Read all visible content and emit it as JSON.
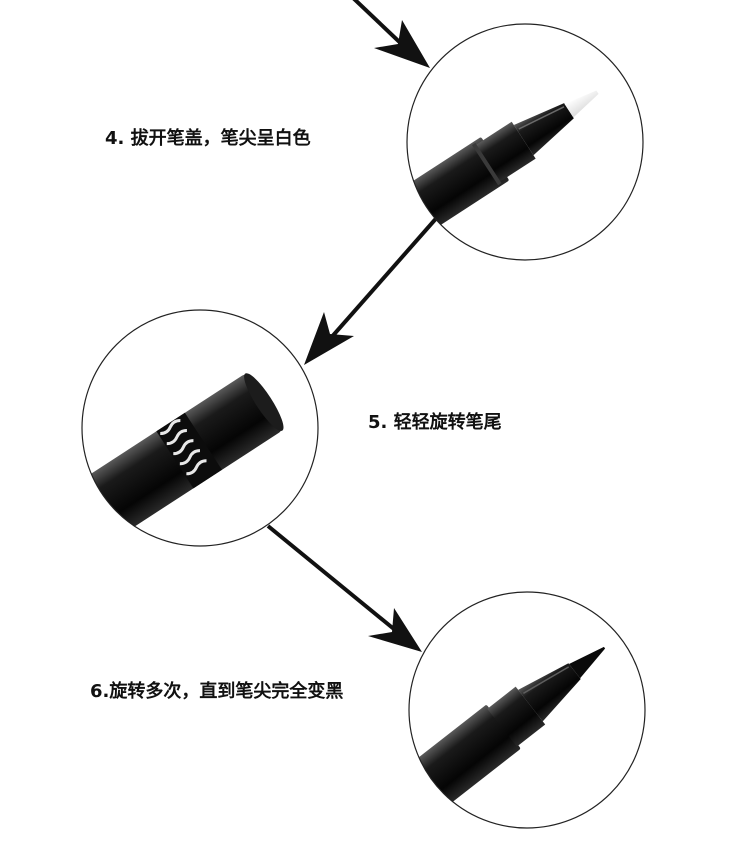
{
  "steps": [
    {
      "label": "4. 拔开笔盖，笔尖呈白色",
      "tip_state": "white"
    },
    {
      "label": "5. 轻轻旋转笔尾",
      "tip_state": "tail"
    },
    {
      "label": "6.旋转多次，直到笔尖完全变黑",
      "tip_state": "black"
    }
  ],
  "colors": {
    "ink": "#111111",
    "pen_body": "#0d0d0d",
    "white_tip": "#f4f4f4",
    "circle_stroke": "#222222"
  }
}
